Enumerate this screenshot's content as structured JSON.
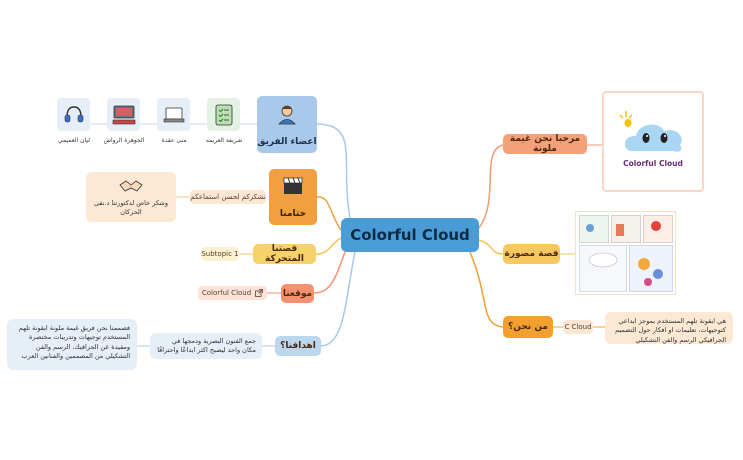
{
  "center": {
    "label": "Colorful Cloud"
  },
  "left": {
    "team": {
      "label": "اعضاء الفريق",
      "members": [
        {
          "name": "شريفة العريمه",
          "icon": "checklist-icon"
        },
        {
          "name": "منى عقدة",
          "icon": "laptop-icon"
        },
        {
          "name": "الجوهرة الرواش",
          "icon": "computer-icon"
        },
        {
          "name": "ليان العميمي",
          "icon": "headset-icon"
        }
      ]
    },
    "conclusion": {
      "label": "ختامنا",
      "thanks": "نشكركم لحسن استماعكم",
      "note": "وشكر خاص لدكتورتنا د.نفى الحركان",
      "icon": "handshake-icon"
    },
    "story": {
      "label": "قصتنا المتحركة",
      "subtopic": "Subtopic 1"
    },
    "site": {
      "label": "موقعنا",
      "link": "Colorful Cloud"
    },
    "goals": {
      "label": "اهدافنا؟",
      "sub": "جمع الفنون البصرية ودمجها في مكان واحد ليصبح اكثر ابداعًا واحترافًا",
      "note": "فصممنا نحن فريق غيمة ملونة ايقونة تلهم المستخدم توجيهات وتدريبات مختصرة ومفيدة عن الجرافيك، الرسم والفن التشكيلي من المصممين والفنانين العرب"
    }
  },
  "right": {
    "welcome": {
      "label": "مرحبا نحن غيمة ملونة",
      "logo_text": "Colorful Cloud"
    },
    "comic": {
      "label": "قصة مصورة"
    },
    "about": {
      "label": "من نحن؟",
      "sub": "C Cloud",
      "note": "هي ايقونة تلهم المستخدم بموجز ابداعي كتوجيهات، تعليمات او افكار حول التصميم الجرافيكي الرسم والفن التشكيلي"
    }
  },
  "colors": {
    "center": "#4a9cd6",
    "team": "#a9c9ea",
    "conclusion": "#f0a040",
    "story": "#f5d36a",
    "site": "#f59070",
    "goals": "#bcd6ee",
    "welcome": "#f4a078",
    "comic": "#f7c860",
    "about": "#f1a030"
  }
}
